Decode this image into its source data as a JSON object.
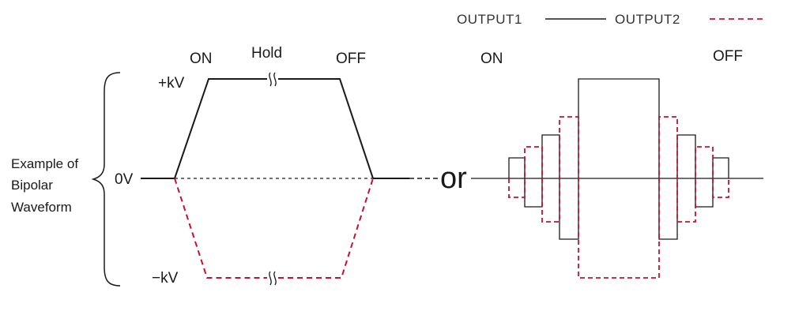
{
  "legend": {
    "output1_label": "OUTPUT1",
    "output2_label": "OUTPUT2"
  },
  "colors": {
    "output1": "#1a1a1a",
    "output2": "#c8102e"
  },
  "left_diagram": {
    "group_label_line1": "Example of",
    "group_label_line2": "Bipolar",
    "group_label_line3": "Waveform",
    "on_label": "ON",
    "hold_label": "Hold",
    "off_label": "OFF",
    "pos_kv_label": "+kV",
    "zero_label": "0V",
    "neg_kv_label": "−kV"
  },
  "connector_label": "or",
  "right_diagram": {
    "on_label": "ON",
    "off_label": "OFF"
  }
}
